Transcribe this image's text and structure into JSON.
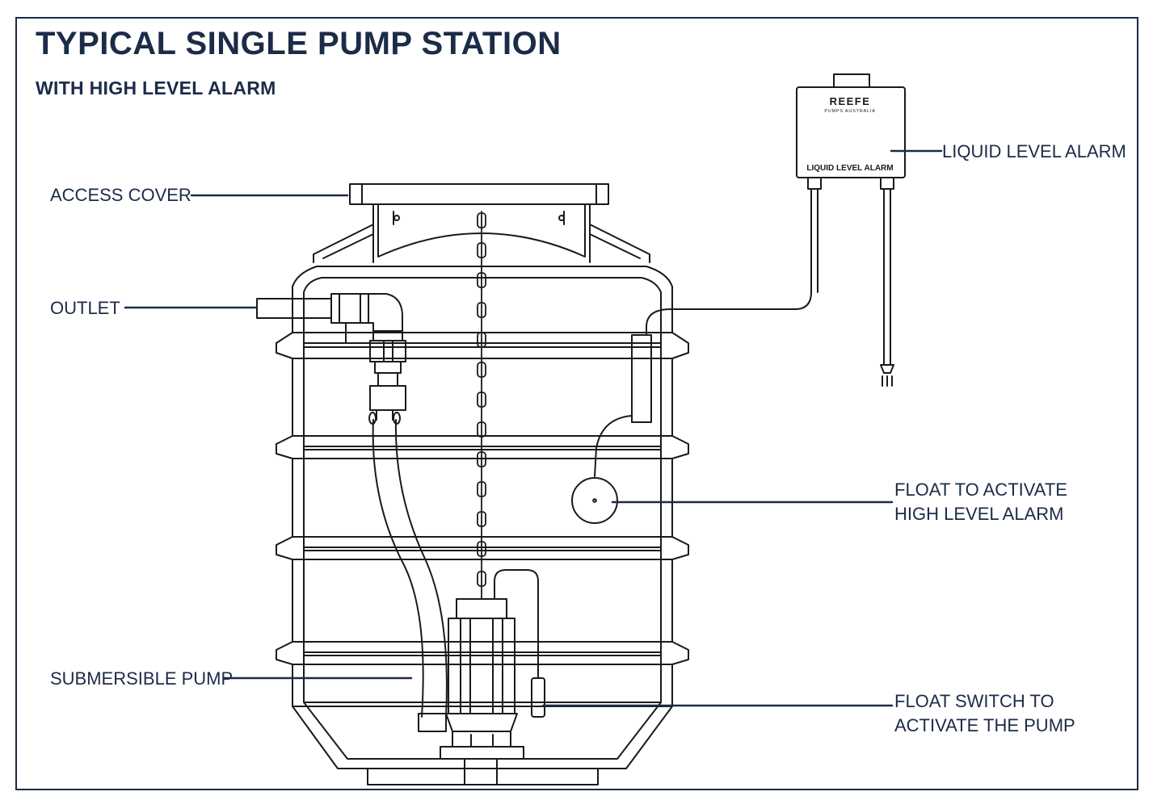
{
  "title": "TYPICAL SINGLE PUMP STATION",
  "subtitle": "WITH HIGH LEVEL ALARM",
  "alarm_box": {
    "brand": "REEFE",
    "brand_sub": "PUMPS AUSTRALIA",
    "panel_label": "LIQUID LEVEL ALARM"
  },
  "callouts": {
    "access_cover": "ACCESS COVER",
    "outlet": "OUTLET",
    "submersible_pump": "SUBMERSIBLE PUMP",
    "liquid_level_alarm": "LIQUID LEVEL ALARM",
    "alarm_float_line1": "FLOAT TO ACTIVATE",
    "alarm_float_line2": "HIGH LEVEL ALARM",
    "pump_float_line1": "FLOAT SWITCH TO",
    "pump_float_line2": "ACTIVATE THE PUMP"
  },
  "colors": {
    "navy": "#1c2b48",
    "line": "#1a1a1a"
  }
}
